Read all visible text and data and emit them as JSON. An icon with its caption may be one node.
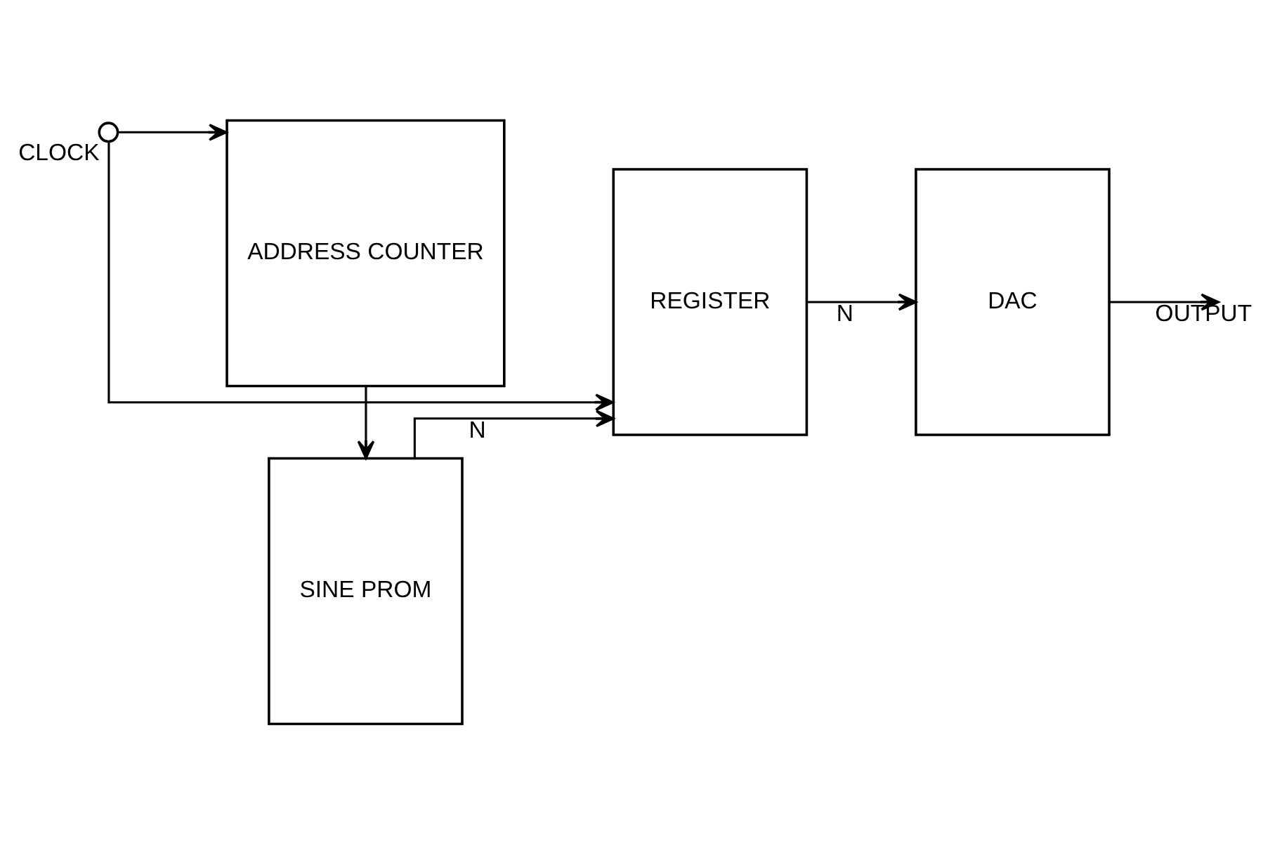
{
  "diagram": {
    "nodes": [
      {
        "text": [
          "SINE PROM"
        ]
      },
      {
        "text": [
          "REGISTER"
        ]
      },
      {
        "text": [
          "DAC"
        ]
      },
      {
        "text": [
          "ADDRESS COUNTER"
        ]
      },
      {
        "text": [],
        "shape": "circle",
        "beside": [
          "CLOCK"
        ]
      }
    ],
    "edges": [
      {
        "from": 0,
        "to": 1,
        "arrow": "to",
        "label": "N"
      },
      {
        "from": 1,
        "to": 2,
        "arrow": "to",
        "label": "N"
      },
      {
        "from": 2,
        "to": null,
        "arrow": "to",
        "label": "OUTPUT"
      },
      {
        "from": 3,
        "to": 0,
        "arrow": "to"
      },
      {
        "from": 4,
        "to": 3,
        "arrow": "to"
      },
      {
        "from": 4,
        "to": 1,
        "arrow": "to"
      }
    ]
  }
}
